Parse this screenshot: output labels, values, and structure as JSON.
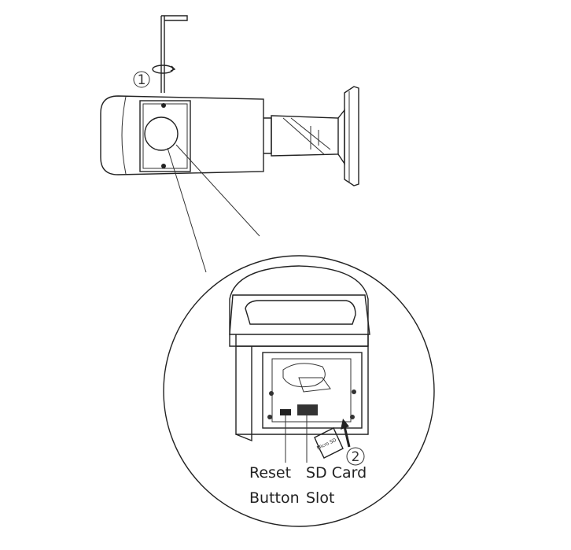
{
  "callouts": {
    "step1": "1",
    "step2": "2"
  },
  "labels": {
    "reset_line1": "Reset",
    "reset_line2": "Button",
    "sd_line1": "SD Card",
    "sd_line2": "Slot"
  },
  "card_text": "Micro SD",
  "colors": {
    "line": "#222222",
    "background": "#ffffff"
  }
}
